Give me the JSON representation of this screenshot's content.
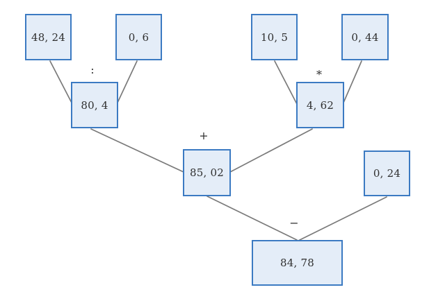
{
  "diagram": {
    "boxes": [
      {
        "label": "48, 24"
      },
      {
        "label": "0, 6"
      },
      {
        "label": "10, 5"
      },
      {
        "label": "0, 44"
      },
      {
        "label": "80, 4"
      },
      {
        "label": "4, 62"
      },
      {
        "label": "85, 02"
      },
      {
        "label": "0, 24"
      },
      {
        "label": "84, 78"
      }
    ],
    "operators": [
      {
        "symbol": ":"
      },
      {
        "symbol": "*"
      },
      {
        "symbol": "+"
      },
      {
        "symbol": "−"
      }
    ],
    "edges": [
      {
        "from": "48, 24",
        "to": "80, 4"
      },
      {
        "from": "0, 6",
        "to": "80, 4"
      },
      {
        "from": "10, 5",
        "to": "4, 62"
      },
      {
        "from": "0, 44",
        "to": "4, 62"
      },
      {
        "from": "80, 4",
        "to": "85, 02"
      },
      {
        "from": "4, 62",
        "to": "85, 02"
      },
      {
        "from": "85, 02",
        "to": "84, 78"
      },
      {
        "from": "0, 24",
        "to": "84, 78"
      }
    ]
  },
  "colors": {
    "box_border": "#3b7ac2",
    "box_fill": "#e4edf8",
    "edge_line": "#7a7a7a",
    "text": "#2f2f2f",
    "background": "#ffffff"
  }
}
